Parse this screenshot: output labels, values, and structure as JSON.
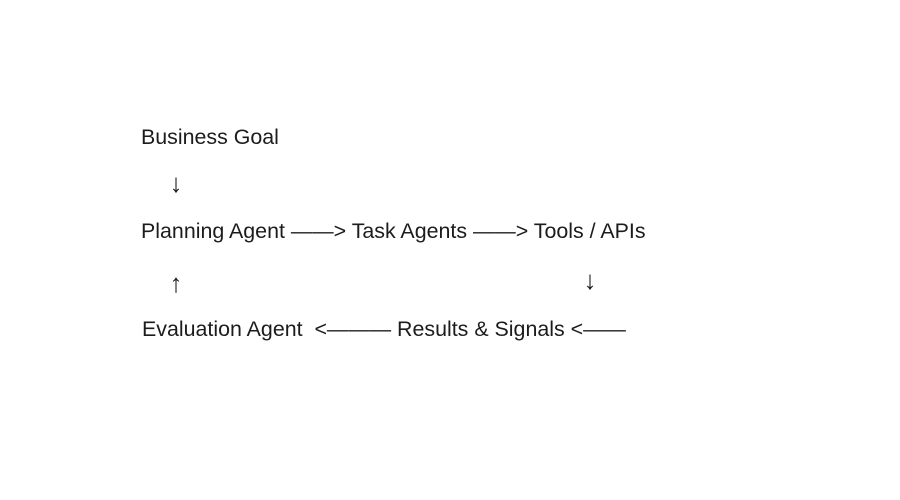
{
  "diagram": {
    "business_goal_label": "Business Goal",
    "arrow_down_goal_to_planning": "↓",
    "flow_row_text": "Planning Agent ——> Task Agents ——> Tools / APIs",
    "arrow_up_evaluation_to_planning": "↑",
    "arrow_down_tools_to_results": "↓",
    "feedback_row_text": "Evaluation Agent  <——— Results & Signals <——",
    "text_color": "#1c1c1c",
    "background_color": "#ffffff"
  }
}
